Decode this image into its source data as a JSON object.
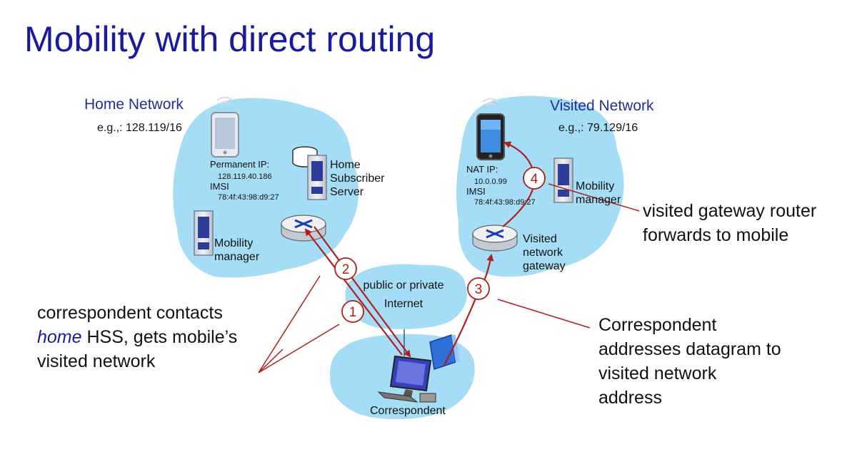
{
  "title": "Mobility with direct routing",
  "home": {
    "label": "Home Network",
    "eg": "e.g.,: 128.119/16",
    "perm_ip_label": "Permanent IP:",
    "perm_ip": "128.119.40.186",
    "imsi_label": "IMSI",
    "imsi": "78:4f:43:98:d9:27",
    "hss": [
      "Home",
      "Subscriber",
      "Server"
    ],
    "mobility_manager": [
      "Mobility",
      "manager"
    ]
  },
  "visited": {
    "label": "Visited Network",
    "eg": "e.g.,: 79.129/16",
    "nat_ip_label": "NAT IP:",
    "nat_ip": "10.0.0.99",
    "imsi_label": "IMSI",
    "imsi": "78:4f:43:98:d9:27",
    "mobility_manager": [
      "Mobility",
      "manager"
    ],
    "gateway": [
      "Visited",
      "network",
      "gateway"
    ]
  },
  "internet": [
    "public or  private",
    "Internet"
  ],
  "correspondent": "Correspondent",
  "steps": [
    "1",
    "2",
    "3",
    "4"
  ],
  "annotations": {
    "left": {
      "line1": "correspondent contacts",
      "home_word": "home",
      "line2_rest": " HSS, gets mobile’s",
      "line3": "visited network"
    },
    "right_top": [
      "visited gateway router",
      "forwards to mobile"
    ],
    "right_bottom": [
      "Correspondent",
      "addresses datagram to",
      "visited network",
      "address"
    ]
  },
  "colors": {
    "title": "#1a1a9c",
    "cloud": "#a6ddf6",
    "arrow": "#b01e1e"
  }
}
